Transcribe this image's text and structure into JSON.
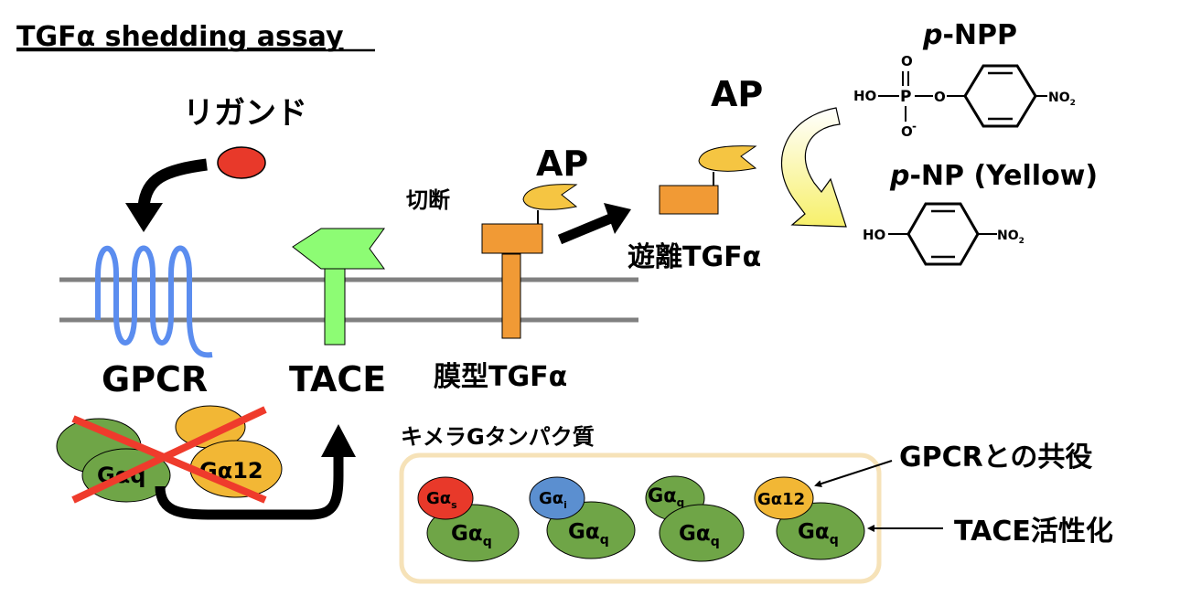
{
  "title": "TGFα shedding assay",
  "labels": {
    "ligand": "リガンド",
    "gpcr": "GPCR",
    "tace": "TACE",
    "membrane_tgfa": "膜型TGFα",
    "cleavage": "切断",
    "ap_bound": "AP",
    "ap_free": "AP",
    "released_tgfa": "遊離TGFα",
    "chimera_g": "キメラGタンパク質",
    "coupling": "GPCRとの共役",
    "tace_activation": "TACE活性化"
  },
  "chemistry": {
    "pnpp": {
      "prefix": "p",
      "rest": "-NPP"
    },
    "pnp": {
      "prefix": "p",
      "rest": "-NP (Yellow)"
    },
    "ho": "HO",
    "p": "P",
    "o_top": "O",
    "o_link": "O",
    "o_minus": "O",
    "no2": "NO",
    "no2_sub": "2",
    "pnp_ho": "HO",
    "pnp_no2": "NO",
    "pnp_no2_sub": "2"
  },
  "crossed_out": {
    "galphaq": "Gαq",
    "galpha12": "Gα12"
  },
  "chimeras": [
    {
      "small_main": "Gα",
      "small_sub": "s",
      "small_color": "#e8392a",
      "large_main": "Gα",
      "large_sub": "q"
    },
    {
      "small_main": "Gα",
      "small_sub": "i",
      "small_color": "#5b8fd0",
      "large_main": "Gα",
      "large_sub": "q"
    },
    {
      "small_main": "Gα",
      "small_sub": "q",
      "small_color": "#6fa547",
      "large_main": "Gα",
      "large_sub": "q"
    },
    {
      "small_main": "Gα12",
      "small_sub": "",
      "small_color": "#f2b735",
      "large_main": "Gα",
      "large_sub": "q"
    }
  ],
  "colors": {
    "gpcr": "#5b8def",
    "ligand": "#e8392a",
    "tace": "#8dfc74",
    "tgfa": "#f19a35",
    "ap": "#f5c542",
    "gq_green": "#6fa547",
    "g12_yellow": "#f2b735",
    "cross": "#ef3b2c",
    "box_border": "#f6e2b8"
  }
}
